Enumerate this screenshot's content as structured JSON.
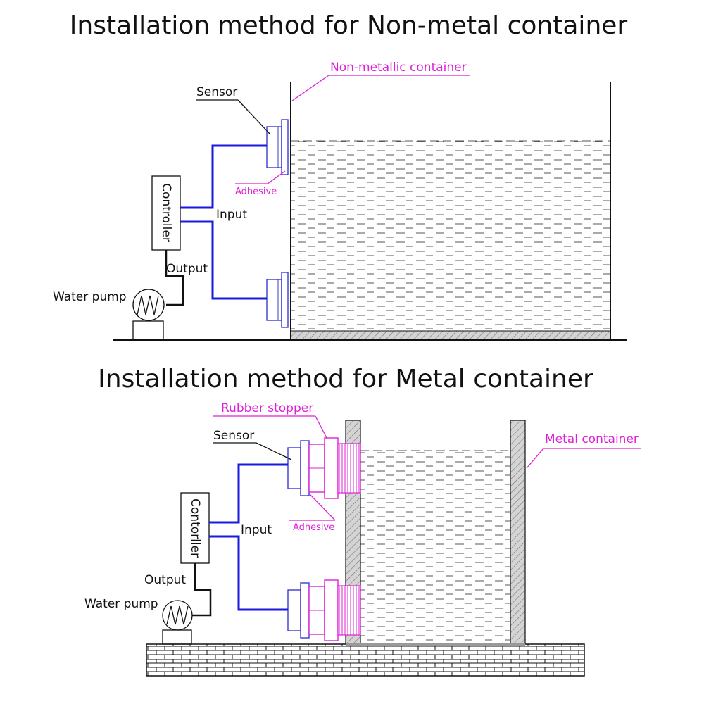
{
  "diagram_top": {
    "title": "Installation method for Non-metal container",
    "labels": {
      "container": "Non-metallic container",
      "sensor": "Sensor",
      "adhesive": "Adhesive",
      "controller": "Controller",
      "input": "Input",
      "output": "Output",
      "pump": "Water pump"
    }
  },
  "diagram_bottom": {
    "title": "Installation method for Metal container",
    "labels": {
      "rubber_stopper": "Rubber stopper",
      "container": "Metal container",
      "sensor": "Sensor",
      "adhesive": "Adhesive",
      "controller": "Contorller",
      "input": "Input",
      "output": "Output",
      "pump": "Water pump"
    }
  },
  "colors": {
    "annotation": "#e01fd8",
    "wire": "#1a1adf",
    "line": "#111111"
  },
  "icons": [
    "pump-icon",
    "sensor-icon",
    "rubber-stopper-icon"
  ]
}
